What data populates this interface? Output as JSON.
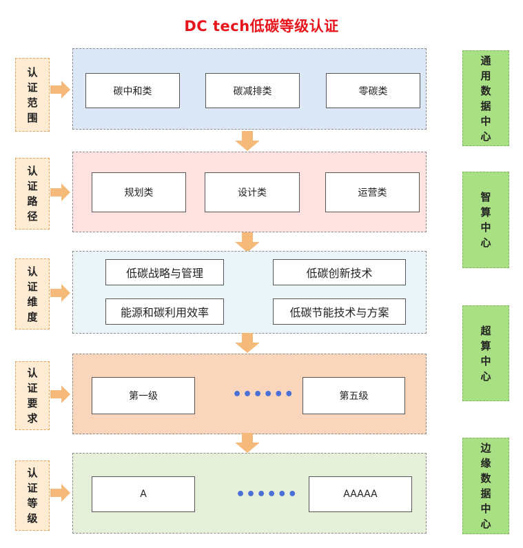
{
  "title": "DC tech低碳等级认证",
  "rows": [
    {
      "label": "认证范围",
      "items": [
        "碳中和类",
        "碳减排类",
        "零碳类"
      ]
    },
    {
      "label": "认证路径",
      "items": [
        "规划类",
        "设计类",
        "运营类"
      ]
    },
    {
      "label": "认证维度",
      "items": [
        "低碳战略与管理",
        "低碳创新技术",
        "能源和碳利用效率",
        "低碳节能技术与方案"
      ]
    },
    {
      "label": "认证要求",
      "items": [
        "第一级",
        "第五级"
      ],
      "dots": "••••••"
    },
    {
      "label": "认证等级",
      "items": [
        "A",
        "AAAAA"
      ],
      "dots": "••••••"
    }
  ],
  "side": [
    "通用数据中心",
    "智算中心",
    "超算中心",
    "边缘数据中心"
  ],
  "colors": {
    "title": "#e8141b",
    "arrow": "#f5b97a",
    "label_bg": "#fdebd3",
    "side_bg": "#a9e083",
    "dots": "#4a6fd6"
  }
}
